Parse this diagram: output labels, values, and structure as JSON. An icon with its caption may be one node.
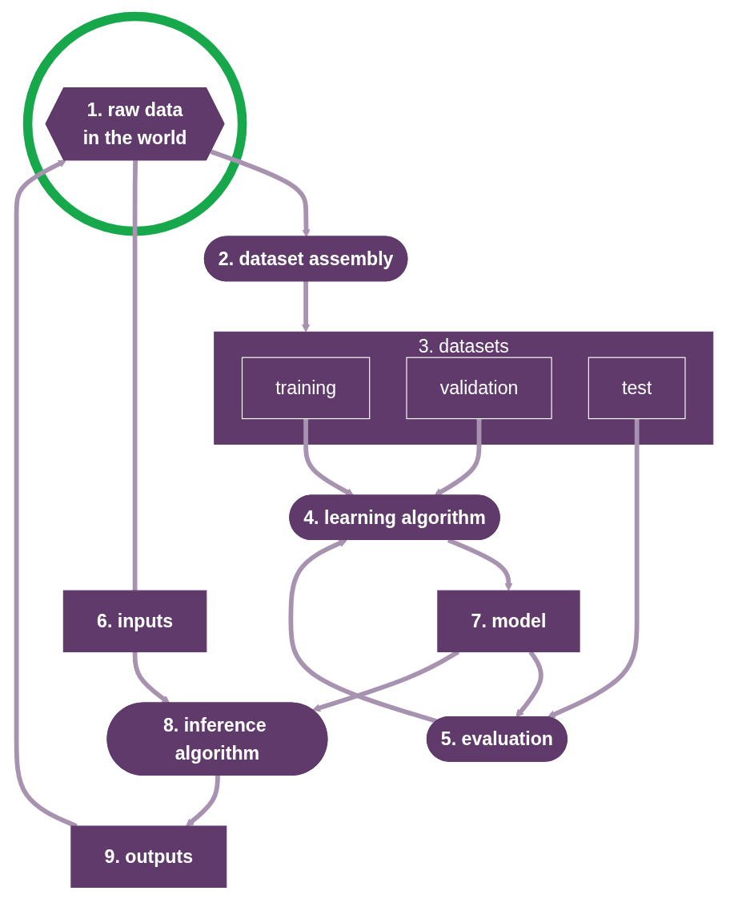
{
  "diagram": {
    "nodes": [
      {
        "text": [],
        "shape": "circle"
      },
      {
        "text": [
          "1. raw data in the world"
        ],
        "in": 0
      },
      {
        "text": [
          "2. dataset assembly"
        ]
      },
      {
        "text": [
          "3. datasets"
        ]
      },
      {
        "text": [
          "training"
        ],
        "in": 3
      },
      {
        "text": [
          "validation"
        ],
        "in": 3
      },
      {
        "text": [
          "test"
        ],
        "in": 3
      },
      {
        "text": [
          "4. learning algorithm"
        ]
      },
      {
        "text": [
          "5. evaluation"
        ]
      },
      {
        "text": [
          "6. inputs"
        ]
      },
      {
        "text": [
          "7. model"
        ]
      },
      {
        "text": [
          "8. inference algorithm"
        ]
      },
      {
        "text": [
          "9. outputs"
        ]
      }
    ],
    "edges": [
      {
        "from": 1,
        "to": 2,
        "arrow": "to"
      },
      {
        "from": 2,
        "to": 3,
        "arrow": "to"
      },
      {
        "from": 4,
        "to": 7,
        "arrow": "to"
      },
      {
        "from": 5,
        "to": 7,
        "arrow": "to"
      },
      {
        "from": 6,
        "to": 8,
        "arrow": "to"
      },
      {
        "from": 8,
        "to": 7,
        "arrow": "to"
      },
      {
        "from": 7,
        "to": 10,
        "arrow": "to"
      },
      {
        "from": 10,
        "to": 8,
        "arrow": "to"
      },
      {
        "from": 1,
        "to": 9,
        "arrow": "none"
      },
      {
        "from": 9,
        "to": 11,
        "arrow": "to"
      },
      {
        "from": 10,
        "to": 11,
        "arrow": "to"
      },
      {
        "from": 11,
        "to": 12,
        "arrow": "to"
      },
      {
        "from": 12,
        "to": 1,
        "arrow": "to"
      }
    ]
  }
}
